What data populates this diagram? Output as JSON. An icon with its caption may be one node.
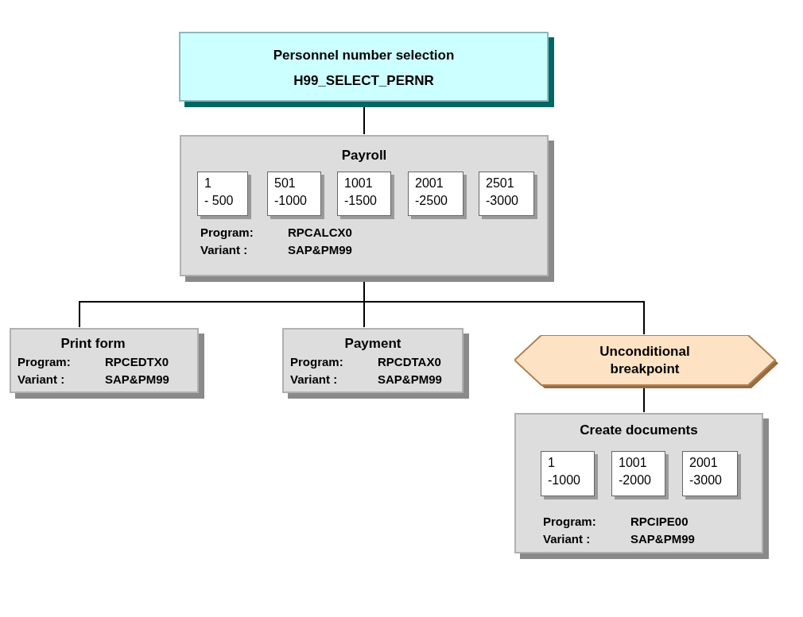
{
  "diagram": {
    "nodes": [
      {
        "text": [
          "Personnel number selection",
          "H99_SELECT_PERNR"
        ]
      },
      {
        "text": [
          "Payroll",
          "Program:",
          "RPCALCX0",
          "Variant :",
          "SAP&PM99"
        ]
      },
      {
        "text": [
          "1",
          "- 500"
        ],
        "in": 1
      },
      {
        "text": [
          "501",
          "-1000"
        ],
        "in": 1
      },
      {
        "text": [
          "1001",
          "-1500"
        ],
        "in": 1
      },
      {
        "text": [
          "2001",
          "-2500"
        ],
        "in": 1
      },
      {
        "text": [
          "2501",
          "-3000"
        ],
        "in": 1
      },
      {
        "text": [
          "Print form",
          "Program:",
          "RPCEDTX0",
          "Variant :",
          "SAP&PM99"
        ]
      },
      {
        "text": [
          "Payment",
          "Program:",
          "RPCDTAX0",
          "Variant :",
          "SAP&PM99"
        ]
      },
      {
        "text": [
          "Unconditional breakpoint"
        ]
      },
      {
        "text": [
          "Create documents",
          "Program:",
          "RPCIPE00",
          "Variant :",
          "SAP&PM99"
        ]
      },
      {
        "text": [
          "1",
          "-1000"
        ],
        "in": 10
      },
      {
        "text": [
          "1001",
          "-2000"
        ],
        "in": 10
      },
      {
        "text": [
          "2001",
          "-3000"
        ],
        "in": 10
      }
    ],
    "edges": [
      {
        "from": 0,
        "to": 1,
        "arrow": "none"
      },
      {
        "from": 1,
        "to": 7,
        "arrow": "none"
      },
      {
        "from": 1,
        "to": 8,
        "arrow": "none"
      },
      {
        "from": 1,
        "to": 9,
        "arrow": "none"
      },
      {
        "from": 9,
        "to": 10,
        "arrow": "none"
      }
    ]
  }
}
